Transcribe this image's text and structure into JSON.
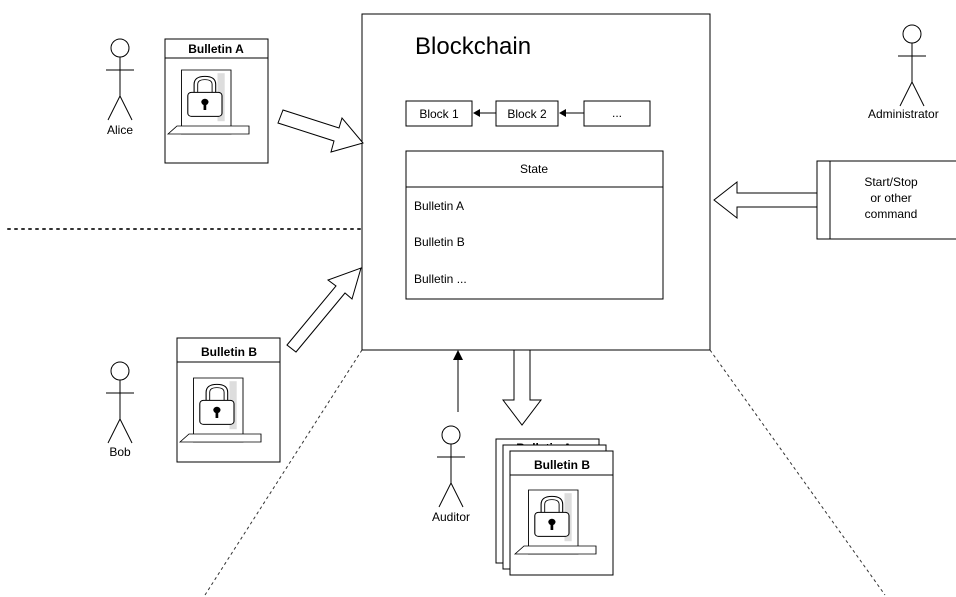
{
  "blockchain": {
    "title": "Blockchain",
    "blocks": [
      "Block 1",
      "Block 2",
      "..."
    ],
    "state": {
      "header": "State",
      "rows": [
        "Bulletin A",
        "Bulletin B",
        "Bulletin ..."
      ]
    }
  },
  "actors": {
    "alice": "Alice",
    "bob": "Bob",
    "auditor": "Auditor",
    "administrator": "Administrator"
  },
  "bulletins": {
    "a": "Bulletin A",
    "b": "Bulletin B",
    "stack_back": "Bulletin A",
    "stack_front": "Bulletin B"
  },
  "command": {
    "line1": "Start/Stop",
    "line2": "or other",
    "line3": "command"
  }
}
